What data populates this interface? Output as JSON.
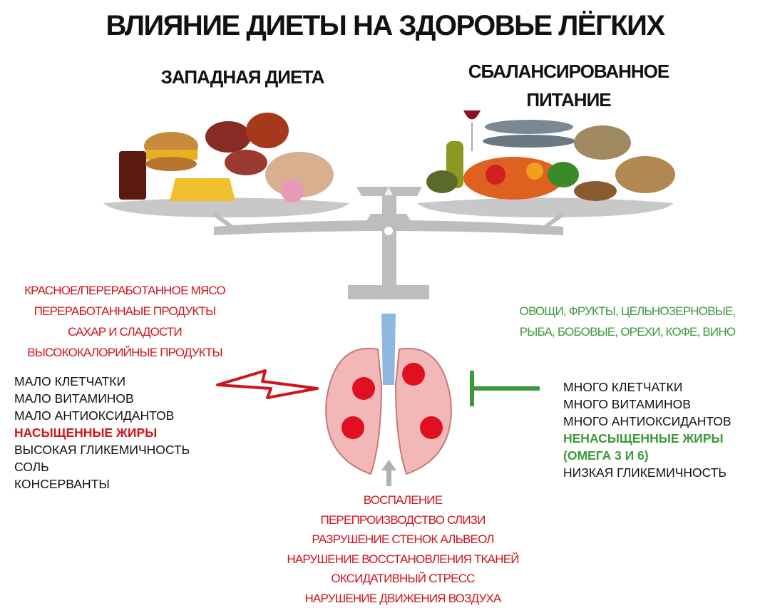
{
  "title": "ВЛИЯНИЕ ДИЕТЫ НА ЗДОРОВЬЕ ЛЁГКИХ",
  "western": {
    "heading": "ЗАПАДНАЯ ДИЕТА",
    "foods": [
      "КРАСНОЕ/ПЕРЕРАБОТАННОЕ МЯСО",
      "ПЕРЕРАБОТАННАЫЕ ПРОДУКТЫ",
      "САХАР И СЛАДОСТИ",
      "ВЫСОКОКАЛОРИЙНЫЕ ПРОДУКТЫ"
    ],
    "properties": [
      "МАЛО КЛЕТЧАТКИ",
      "МАЛО ВИТАМИНОВ",
      "МАЛО АНТИОКСИДАНТОВ",
      "НАСЫЩЕННЫЕ ЖИРЫ",
      "ВЫСОКАЯ ГЛИКЕМИЧНОСТЬ",
      "СОЛЬ",
      "КОНСЕРВАНТЫ"
    ]
  },
  "balanced": {
    "heading_line1": "СБАЛАНСИРОВАННОЕ",
    "heading_line2": "ПИТАНИЕ",
    "foods": [
      "ОВОЩИ, ФРУКТЫ, ЦЕЛЬНОЗЕРНОВЫЕ,",
      "РЫБА, БОБОВЫЕ, ОРЕХИ, КОФЕ, ВИНО"
    ],
    "properties": [
      "МНОГО КЛЕТЧАТКИ",
      "МНОГО ВИТАМИНОВ",
      "МНОГО АНТИОКСИДАНТОВ",
      "НЕНАСЫЩЕННЫЕ ЖИРЫ",
      "(ОМЕГА 3 И 6)",
      "НИЗКАЯ ГЛИКЕМИЧНОСТЬ"
    ]
  },
  "effects": [
    "ВОСПАЛЕНИЕ",
    "ПЕРЕПРОИЗВОДСТВО СЛИЗИ",
    "РАЗРУШЕНИЕ СТЕНОК АЛЬВЕОЛ",
    "НАРУШЕНИЕ ВОССТАНОВЛЕНИЯ ТКАНЕЙ",
    "ОКСИДАТИВНЫЙ СТРЕСС",
    "НАРУШЕНИЕ ДВИЖЕНИЯ ВОЗДУХА"
  ],
  "colors": {
    "red": "#d0141c",
    "green": "#3a9a3a",
    "scale": "#b8b8b8",
    "lung": "#f2b8b8"
  }
}
